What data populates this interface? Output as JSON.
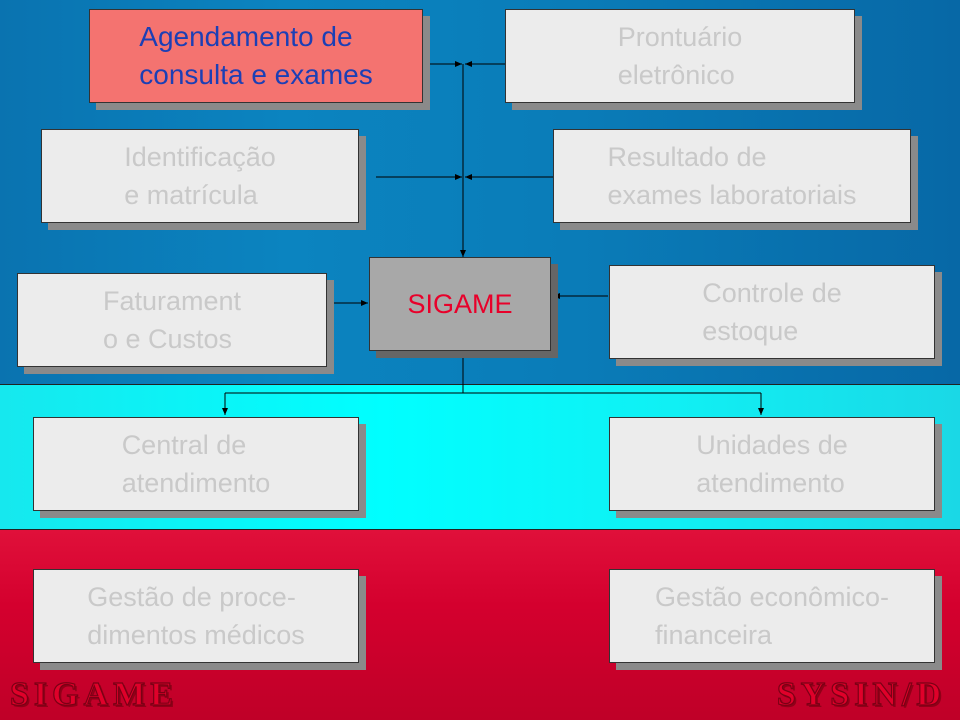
{
  "boxes": {
    "agendamento": "Agendamento de\nconsulta e exames",
    "prontuario": "Prontuário\neletrônico",
    "identificacao": "Identificação\ne matrícula",
    "resultado": "Resultado de\nexames laboratoriais",
    "faturamento": "Faturament\no e Custos",
    "sigame": "SIGAME",
    "controle": "Controle de\nestoque",
    "central": "Central de\natendimento",
    "unidades": "Unidades de\natendimento",
    "gestao_proc": "Gestão de proce-\ndimentos médicos",
    "gestao_econ": "Gestão econômico-\nfinanceira"
  },
  "watermark": {
    "left": "SIGAME",
    "right": "SYSIN/D"
  },
  "colors": {
    "top_band": "#0b84c0",
    "middle_band": "#00ffff",
    "bottom_band": "#d4002e",
    "highlight_box": "#f47370",
    "center_box": "#a8a8a8",
    "center_text": "#e8002a"
  }
}
